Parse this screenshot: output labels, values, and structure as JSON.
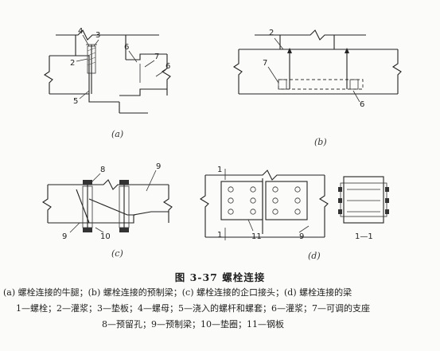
{
  "figure": {
    "title": "图 3-37   螺栓连接",
    "caption_lines": [
      "(a) 螺栓连接的牛腿；(b) 螺栓连接的预制梁；(c) 螺栓连接的企口接头；(d) 螺栓连接的梁",
      "1—螺栓；2—灌浆；3—垫板；4—螺母；5—浇入的螺杆和螺套；6—灌浆；7—可调的支座",
      "8—预留孔；9—预制梁；10—垫圈；11—钢板"
    ]
  },
  "panels": {
    "a": {
      "label": "(a)",
      "callouts": [
        "4",
        "3",
        "2",
        "5",
        "6",
        "7",
        "6"
      ]
    },
    "b": {
      "label": "(b)",
      "callouts": [
        "2",
        "7",
        "6"
      ]
    },
    "c": {
      "label": "(c)",
      "callouts": [
        "8",
        "9",
        "9",
        "10"
      ]
    },
    "d": {
      "label": "(d)",
      "callouts": [
        "1",
        "1",
        "11",
        "9"
      ],
      "section_label": "1—1"
    }
  }
}
